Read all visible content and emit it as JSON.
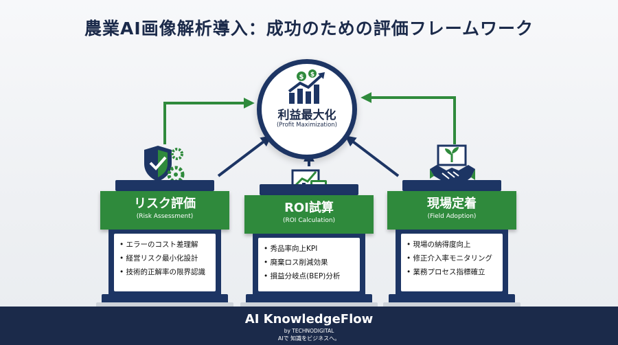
{
  "title": "農業AI画像解析導入：成功のための評価フレームワーク",
  "goal": {
    "title": "利益最大化",
    "subtitle": "(Profit Maximization)",
    "icon": "dollar-growth-chart-icon"
  },
  "pillars": [
    {
      "title": "リスク評価",
      "subtitle": "(Risk Assessment)",
      "icon": "shield-gear-icon",
      "items": [
        "• エラーのコスト差理解",
        "• 経営リスク最小化設計",
        "• 技術的正解率の限界認識"
      ]
    },
    {
      "title": "ROI試算",
      "subtitle": "(ROI Calculation)",
      "icon": "chart-calculator-icon",
      "items": [
        "• 秀品率向上KPI",
        "• 廃棄ロス削減効果",
        "• 損益分岐点(BEP)分析"
      ]
    },
    {
      "title": "現場定着",
      "subtitle": "(Field Adoption)",
      "icon": "handshake-plant-icon",
      "items": [
        "• 現場の納得度向上",
        "• 修正介入率モニタリング",
        "• 業務プロセス指標確立"
      ]
    }
  ],
  "footer": {
    "brand": "AI KnowledgeFlow",
    "by": "by TECHNODIGITAL",
    "tagline": "AIで 知識をビジネスへ。"
  },
  "colors": {
    "navy": "#1d3564",
    "green": "#2f8a3c",
    "footer": "#1b2a4a"
  }
}
